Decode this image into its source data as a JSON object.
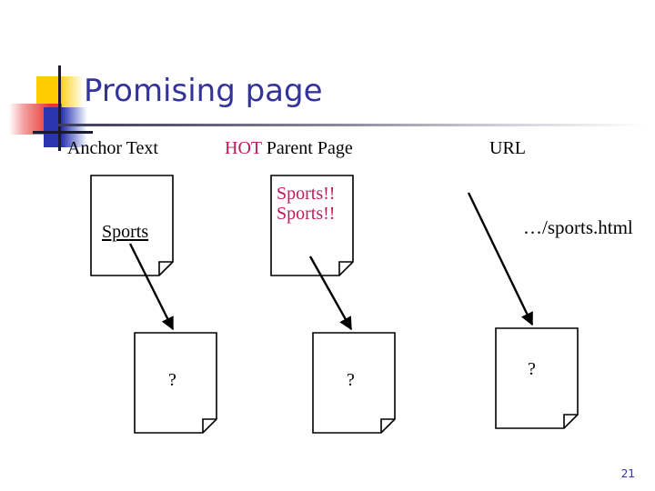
{
  "slide": {
    "title": "Promising page",
    "page_number": "21",
    "title_color": "#333399",
    "accent_hot_color": "#C2185B"
  },
  "logo": {
    "yellow": "#FFCC00",
    "red": "#E8352E",
    "blue": "#2B35B0",
    "crosshair": "#1A1A2E"
  },
  "columns": [
    {
      "id": "anchor-text",
      "label": "Anchor Text"
    },
    {
      "id": "parent-page",
      "label_hot": "HOT",
      "label_rest": " Parent Page"
    },
    {
      "id": "url",
      "label": "URL"
    }
  ],
  "top_row": {
    "anchor_doc": {
      "text": "Sports",
      "style": "link"
    },
    "parent_doc": {
      "line1": "Sports!!",
      "line2": "Sports!!",
      "style": "hot"
    },
    "url_text": "…/sports.html"
  },
  "bottom_row": [
    {
      "id": "anchor-result-doc",
      "text": "?"
    },
    {
      "id": "parent-result-doc",
      "text": "?"
    },
    {
      "id": "url-result-doc",
      "text": "?"
    }
  ]
}
